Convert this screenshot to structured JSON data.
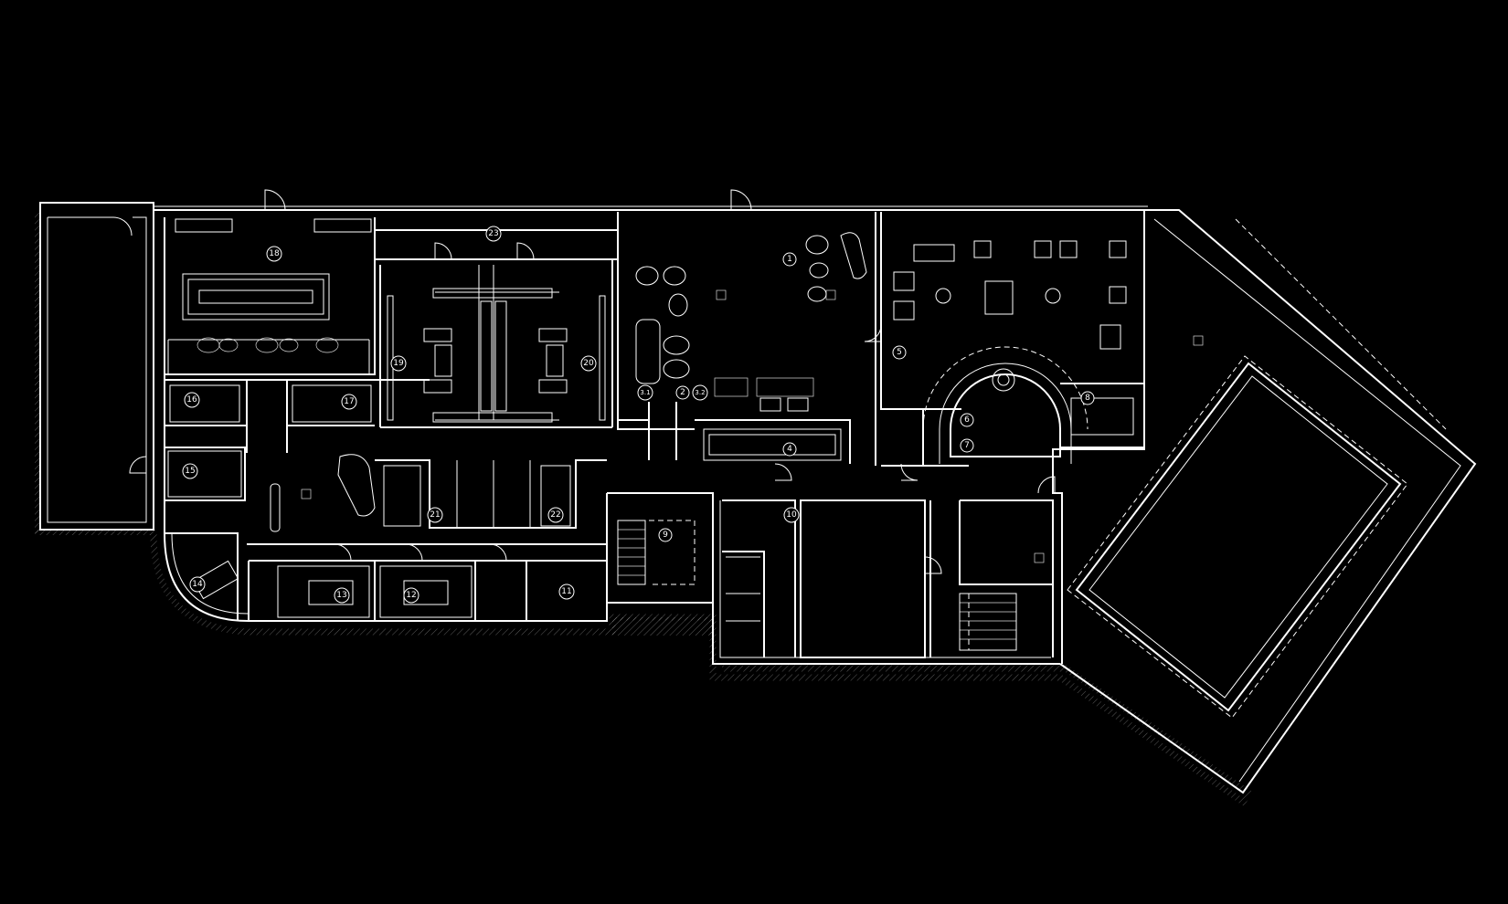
{
  "drawing": {
    "background": "#000000",
    "line_color": "#ffffff"
  },
  "room_labels": [
    {
      "id": "1"
    },
    {
      "id": "2"
    },
    {
      "id": "3.1"
    },
    {
      "id": "3.2"
    },
    {
      "id": "4"
    },
    {
      "id": "5"
    },
    {
      "id": "6"
    },
    {
      "id": "7"
    },
    {
      "id": "8"
    },
    {
      "id": "9"
    },
    {
      "id": "10"
    },
    {
      "id": "11"
    },
    {
      "id": "12"
    },
    {
      "id": "13"
    },
    {
      "id": "14"
    },
    {
      "id": "15"
    },
    {
      "id": "16"
    },
    {
      "id": "17"
    },
    {
      "id": "18"
    },
    {
      "id": "19"
    },
    {
      "id": "20"
    },
    {
      "id": "21"
    },
    {
      "id": "22"
    },
    {
      "id": "23"
    }
  ]
}
